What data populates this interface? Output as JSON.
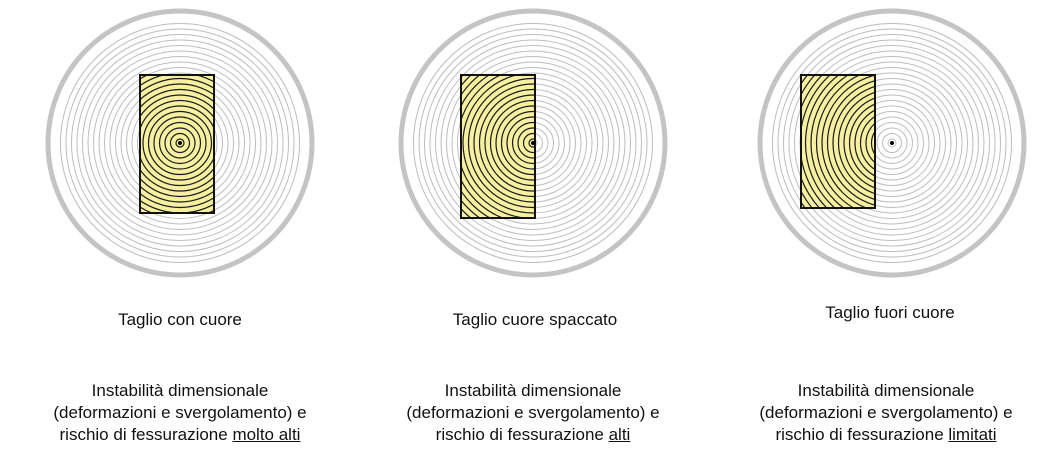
{
  "panels": [
    {
      "caption": "Taglio con cuore",
      "desc_line1": "Instabilità dimensionale",
      "desc_line2": "(deformazioni e svergolamento) e",
      "desc_line3_prefix": "rischio di fessurazione ",
      "desc_line3_emphasis": "molto alti"
    },
    {
      "caption": "Taglio cuore spaccato",
      "desc_line1": "Instabilità dimensionale",
      "desc_line2": "(deformazioni e svergolamento) e",
      "desc_line3_prefix": "rischio di fessurazione ",
      "desc_line3_emphasis": "alti"
    },
    {
      "caption": "Taglio fuori cuore",
      "desc_line1": "Instabilità dimensionale",
      "desc_line2": "(deformazioni e svergolamento) e",
      "desc_line3_prefix": "rischio di fessurazione ",
      "desc_line3_emphasis": "limitati"
    }
  ],
  "colors": {
    "bark": "#c4c4c4",
    "log_fill": "#ffffff",
    "ring_light": "#bdbdbd",
    "ring_dark": "#1a1a1a",
    "beam_fill": "#f6f0a0",
    "beam_border": "#111111"
  }
}
